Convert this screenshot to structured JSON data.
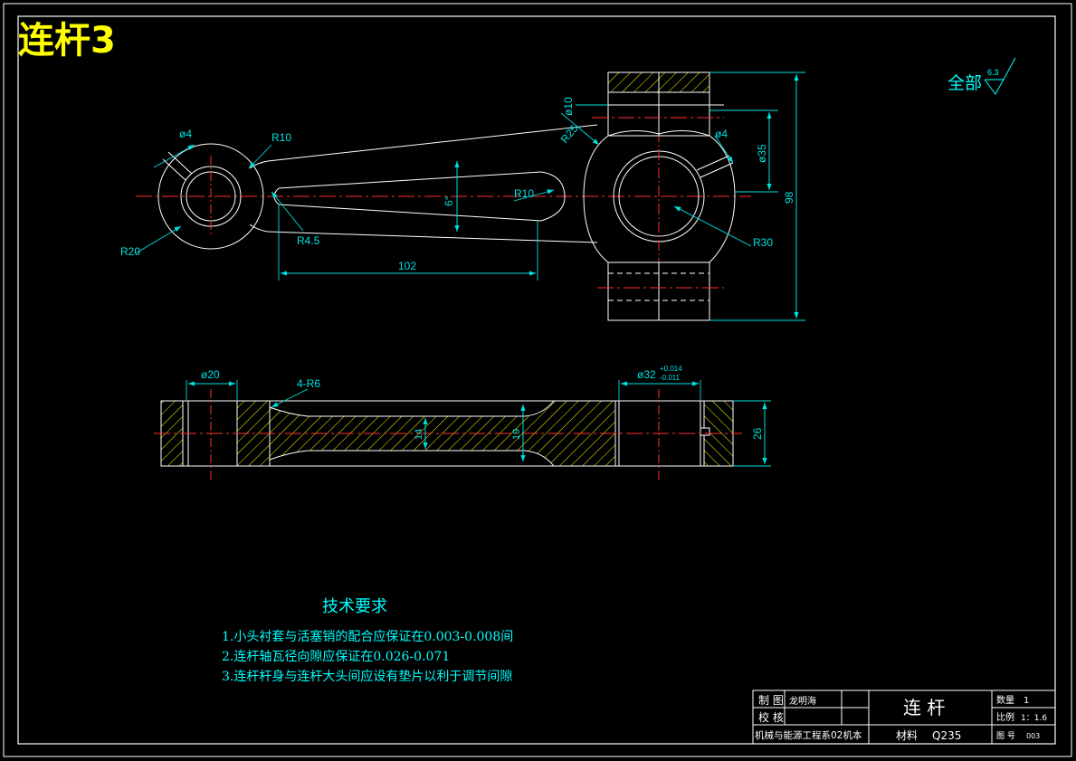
{
  "title": "连杆3",
  "surface_note": {
    "label": "全部",
    "value": "6.3"
  },
  "dimensions": {
    "d4_small": "ø4",
    "r10_top": "R10",
    "r25": "R25",
    "d10": "ø10",
    "d4_big": "ø4",
    "d35": "ø35",
    "h98": "98",
    "angle6": "6°",
    "r10_slot": "R10",
    "r20": "R20",
    "r45": "R4.5",
    "r30": "R30",
    "len102": "102",
    "d20": "ø20",
    "r6": "4-R6",
    "d32": "ø32",
    "d32_tol_up": "+0.014",
    "d32_tol_dn": "-0.011",
    "t14": "14",
    "t19": "19",
    "h26": "26"
  },
  "requirements": {
    "title": "技术要求",
    "items": [
      "1.小头衬套与活塞销的配合应保证在0.003-0.008间",
      "2.连杆轴瓦径向隙应保证在0.026-0.071",
      "3.连杆杆身与连杆大头间应设有垫片以利于调节间隙"
    ]
  },
  "title_block": {
    "drawn_label": "制 图",
    "drawn_name": "龙明海",
    "check_label": "校 核",
    "part_name": "连 杆",
    "qty_label": "数量",
    "qty_value": "1",
    "scale_label": "比例",
    "scale_value": "1：1.6",
    "dept": "机械与能源工程系02机本",
    "material_label": "材料",
    "material_value": "Q235",
    "drawing_no_label": "图 号",
    "drawing_no_value": "003"
  }
}
